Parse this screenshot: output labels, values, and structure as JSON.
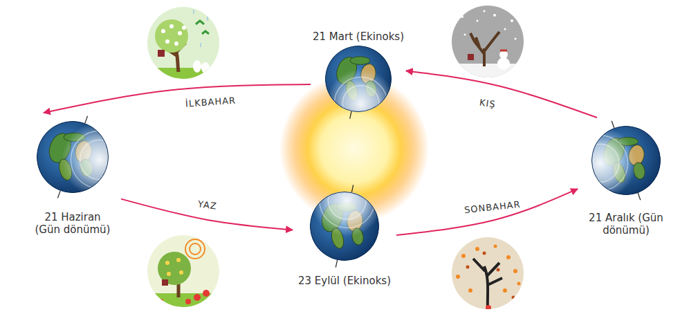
{
  "diagram": {
    "nodes": [
      {
        "text": [
          "21 Mart (Ekinoks)"
        ]
      },
      {
        "text": [
          "21 Haziran (Gün dönümü)"
        ]
      },
      {
        "text": [
          "23 Eylül (Ekinoks)"
        ]
      },
      {
        "text": [
          "21 Aralık (Gün dönümü)"
        ]
      }
    ],
    "edges": [
      {
        "from": 0,
        "to": 1,
        "arrow": "to",
        "label": "İLKBAHAR"
      },
      {
        "from": 1,
        "to": 2,
        "arrow": "to",
        "label": "YAZ"
      },
      {
        "from": 2,
        "to": 3,
        "arrow": "to",
        "label": "SONBAHAR"
      },
      {
        "from": 3,
        "to": 0,
        "arrow": "to",
        "label": "KIŞ"
      }
    ]
  }
}
